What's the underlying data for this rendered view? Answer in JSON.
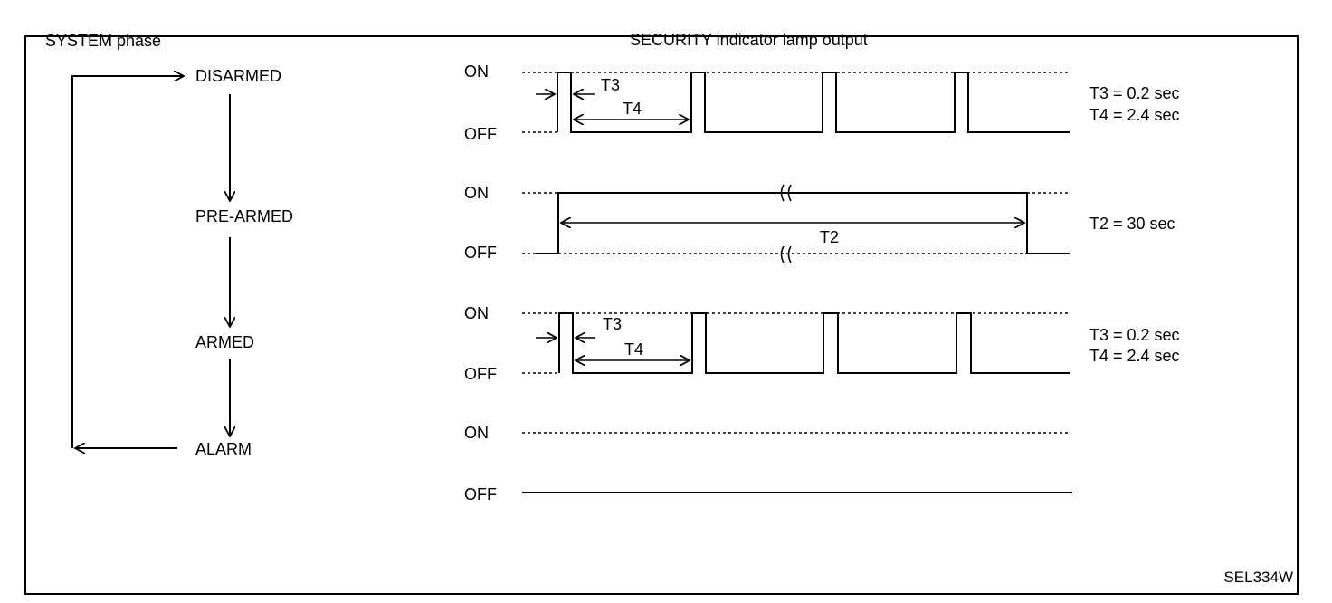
{
  "headings": {
    "system_phase": "SYSTEM phase",
    "lamp_output": "SECURITY indicator lamp output"
  },
  "phases": [
    "DISARMED",
    "PRE-ARMED",
    "ARMED",
    "ALARM"
  ],
  "level_labels": {
    "on": "ON",
    "off": "OFF"
  },
  "timing_labels": {
    "t2": "T2",
    "t3": "T3",
    "t4": "T4"
  },
  "timings": {
    "disarmed_t3": "T3 = 0.2 sec",
    "disarmed_t4": "T4 = 2.4 sec",
    "prearmed_t2": "T2 = 30 sec",
    "armed_t3": "T3 = 0.2 sec",
    "armed_t4": "T4 = 2.4 sec"
  },
  "figure_code": "SEL334W"
}
